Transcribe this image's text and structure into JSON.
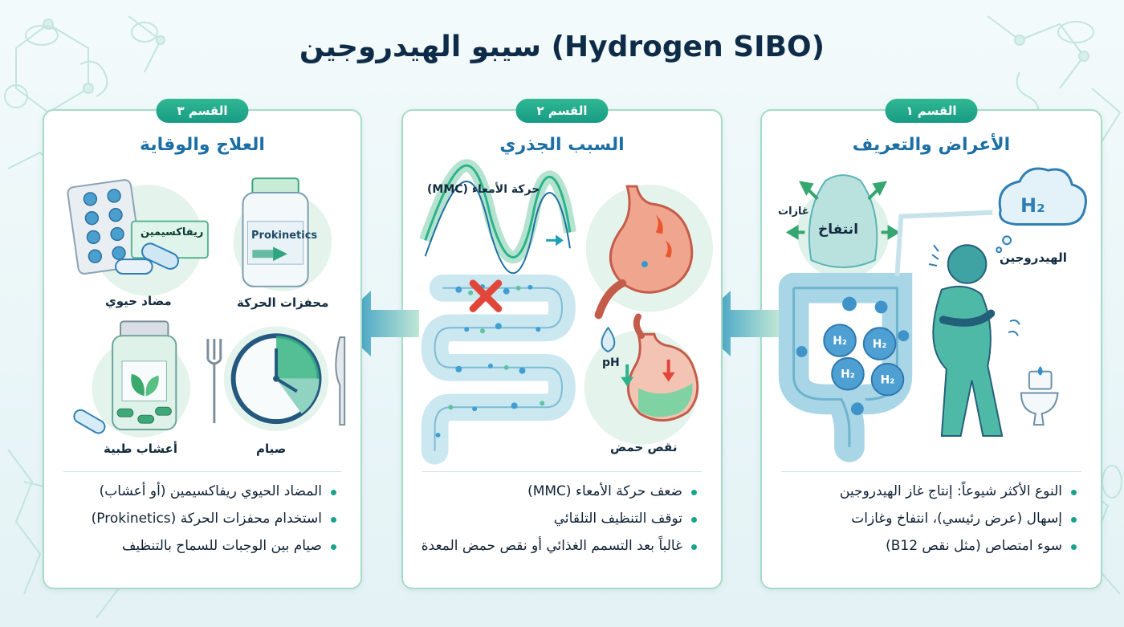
{
  "title": "سيبو الهيدروجين (Hydrogen SIBO)",
  "flow_direction": "right-to-left",
  "colors": {
    "accent": "#189b84",
    "title_blue": "#1b6fa5",
    "panel_border": "#a6dcc6",
    "arrow": "#1d8fc0"
  },
  "sections": [
    {
      "badge": "القسم ١",
      "heading": "الأعراض والتعريف",
      "labels": {
        "gases": "غازات",
        "bloating": "انتفاخ",
        "h2": "H₂",
        "hydrogen": "الهيدروجين",
        "h2_bubble": "H₂"
      },
      "icons": [
        "bloated-belly-icon",
        "intestine-icon",
        "hydrogen-cloud-icon",
        "person-in-pain-icon",
        "toilet-icon"
      ],
      "bullets": [
        "النوع الأكثر شيوعاً: إنتاج غاز الهيدروجين",
        "إسهال (عرض رئيسي)، انتفاخ وغازات",
        "سوء امتصاص (مثل نقص B12)"
      ]
    },
    {
      "badge": "القسم ٢",
      "heading": "السبب الجذري",
      "labels": {
        "mmc": "حركة الأمعاء (MMC)",
        "ph": "pH",
        "low_acid": "نقص حمض"
      },
      "icons": [
        "motility-wave-icon",
        "stomach-icon",
        "blocked-intestine-icon",
        "low-acid-stomach-icon"
      ],
      "bullets": [
        "ضعف حركة الأمعاء (MMC)",
        "توقف التنظيف التلقائي",
        "غالباً بعد التسمم الغذائي أو نقص حمض المعدة"
      ]
    },
    {
      "badge": "القسم ٣",
      "heading": "العلاج والوقاية",
      "labels": {
        "rifaximin": "ريفاكسيمين",
        "antibiotic": "مضاد حيوي",
        "prokinetics_bottle": "Prokinetics",
        "prokinetics": "محفزات الحركة",
        "herbs": "أعشاب طبية",
        "fasting": "صيام"
      },
      "icons": [
        "pill-blister-icon",
        "prokinetics-bottle-icon",
        "herbal-jar-icon",
        "clock-icon",
        "fork-icon",
        "knife-icon"
      ],
      "bullets": [
        "المضاد الحيوي ريفاكسيمين (أو أعشاب)",
        "استخدام محفزات الحركة (Prokinetics)",
        "صيام بين الوجبات للسماح بالتنظيف"
      ]
    }
  ]
}
